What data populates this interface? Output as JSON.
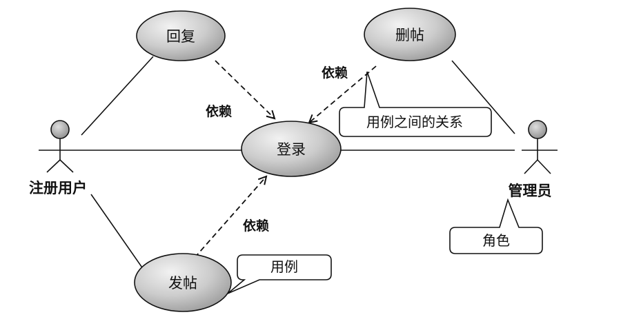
{
  "use_cases": {
    "reply": "回复",
    "delete_post": "删帖",
    "login": "登录",
    "post": "发帖"
  },
  "actors": {
    "registered_user": "注册用户",
    "admin": "管理员"
  },
  "dependencies": {
    "reply_login": "依赖",
    "delete_login": "依赖",
    "post_login": "依赖"
  },
  "callouts": {
    "relationship": "用例之间的关系",
    "actor_role": "角色",
    "use_case": "用例"
  },
  "colors": {
    "ellipse_fill": "#bfbfbf",
    "actor_head": "#a8a8a8",
    "line": "#111111",
    "background": "#ffffff"
  }
}
